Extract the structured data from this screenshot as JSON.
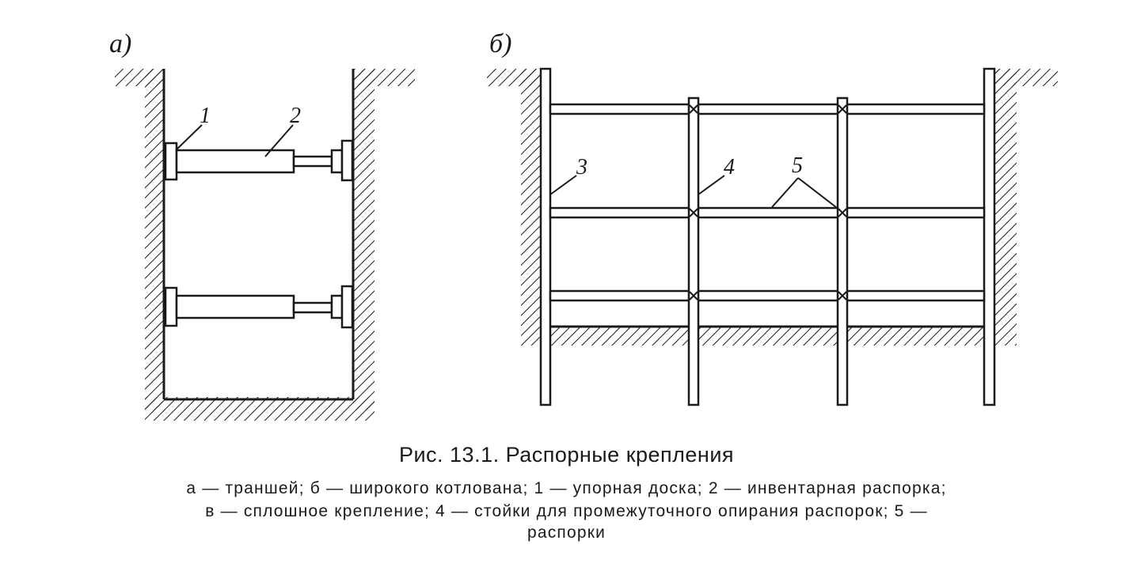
{
  "figure": {
    "panel_a_label": "а)",
    "panel_b_label": "б)",
    "callouts": {
      "c1": "1",
      "c2": "2",
      "c3": "3",
      "c4": "4",
      "c5": "5"
    }
  },
  "caption": {
    "title": "Рис. 13.1. Распорные крепления",
    "line1": "а — траншей; б — широкого котлована; 1 — упорная доска; 2 — инвентарная распорка;",
    "line2": "в — сплошное крепление; 4 — стойки для промежуточного опирания распорок; 5 —",
    "line3": "распорки"
  }
}
